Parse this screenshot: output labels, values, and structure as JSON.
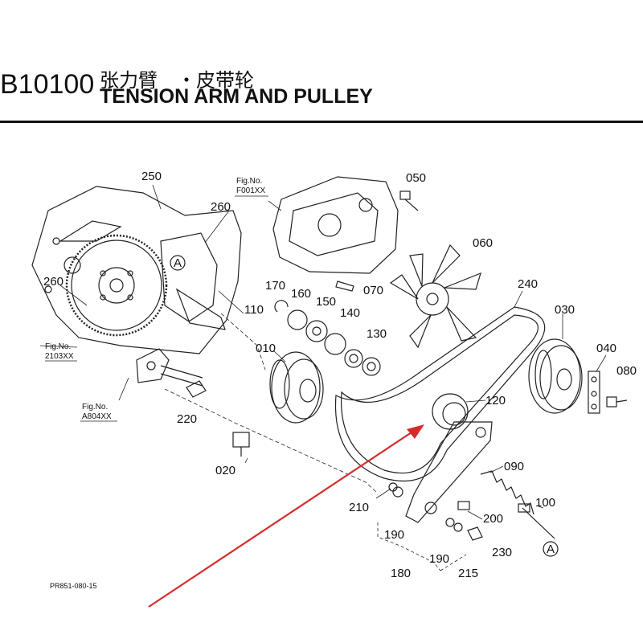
{
  "header": {
    "code": "B10100",
    "title_cn": "张力臂　・皮带轮",
    "title_en": "TENSION ARM AND PULLEY"
  },
  "fig_refs": {
    "f001": [
      "Fig.No.",
      "F001XX"
    ],
    "f2103": [
      "Fig.No.",
      "2103XX"
    ],
    "a804": [
      "Fig.No.",
      "A804XX"
    ]
  },
  "parts": {
    "p250": "250",
    "p260a": "260",
    "p260b": "260",
    "p050": "050",
    "p060": "060",
    "p070": "070",
    "p170": "170",
    "p160": "160",
    "p150": "150",
    "p140": "140",
    "p130": "130",
    "p110": "110",
    "p010": "010",
    "p240": "240",
    "p030": "030",
    "p040": "040",
    "p080": "080",
    "p120": "120",
    "p220": "220",
    "p020": "020",
    "p090": "090",
    "p100": "100",
    "p200": "200",
    "p210": "210",
    "p190a": "190",
    "p190b": "190",
    "p230": "230",
    "p215": "215",
    "p180": "180"
  },
  "markers": {
    "a1": "A",
    "a2": "A"
  },
  "doc_number": "PR851-080-15",
  "colors": {
    "ink": "#222222",
    "arrow": "#d62b2b"
  }
}
